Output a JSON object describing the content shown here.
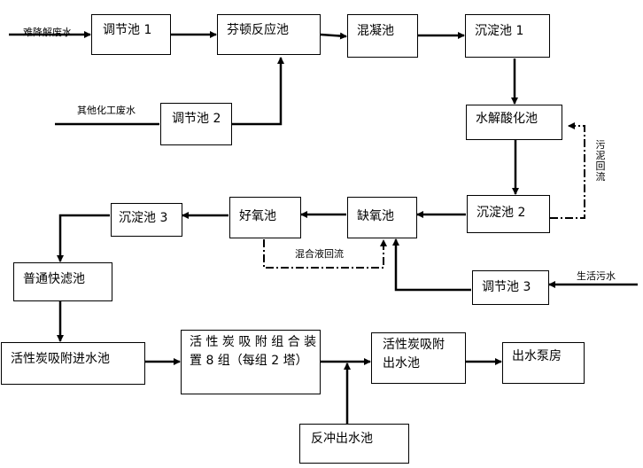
{
  "boxes": {
    "tiaojie1": "调节池 1",
    "fenton": "芬顿反应池",
    "hunning": "混凝池",
    "chendian1": "沉淀池 1",
    "tiaojie2": "调节池 2",
    "shuijie": "水解酸化池",
    "chendian2": "沉淀池 2",
    "queyang": "缺氧池",
    "haoyang": "好氧池",
    "chendian3": "沉淀池 3",
    "tiaojie3": "调节池 3",
    "kuailv": "普通快滤池",
    "jinshui": "活性炭吸附进水池",
    "zhuangzhi_line1": "活 性 炭 吸 附 组 合 装",
    "zhuangzhi_line2": "置 8 组（每组 2 塔）",
    "chushui_line1": "活性炭吸附",
    "chushui_line2": "出水池",
    "bengfang": "出水泵房",
    "fanchong": "反冲出水池"
  },
  "labels": {
    "nanjiang": "难降解废水",
    "qita": "其他化工废水",
    "shenghuo": "生活污水",
    "wuni": "污泥回流",
    "hunhe": "混合液回流"
  }
}
